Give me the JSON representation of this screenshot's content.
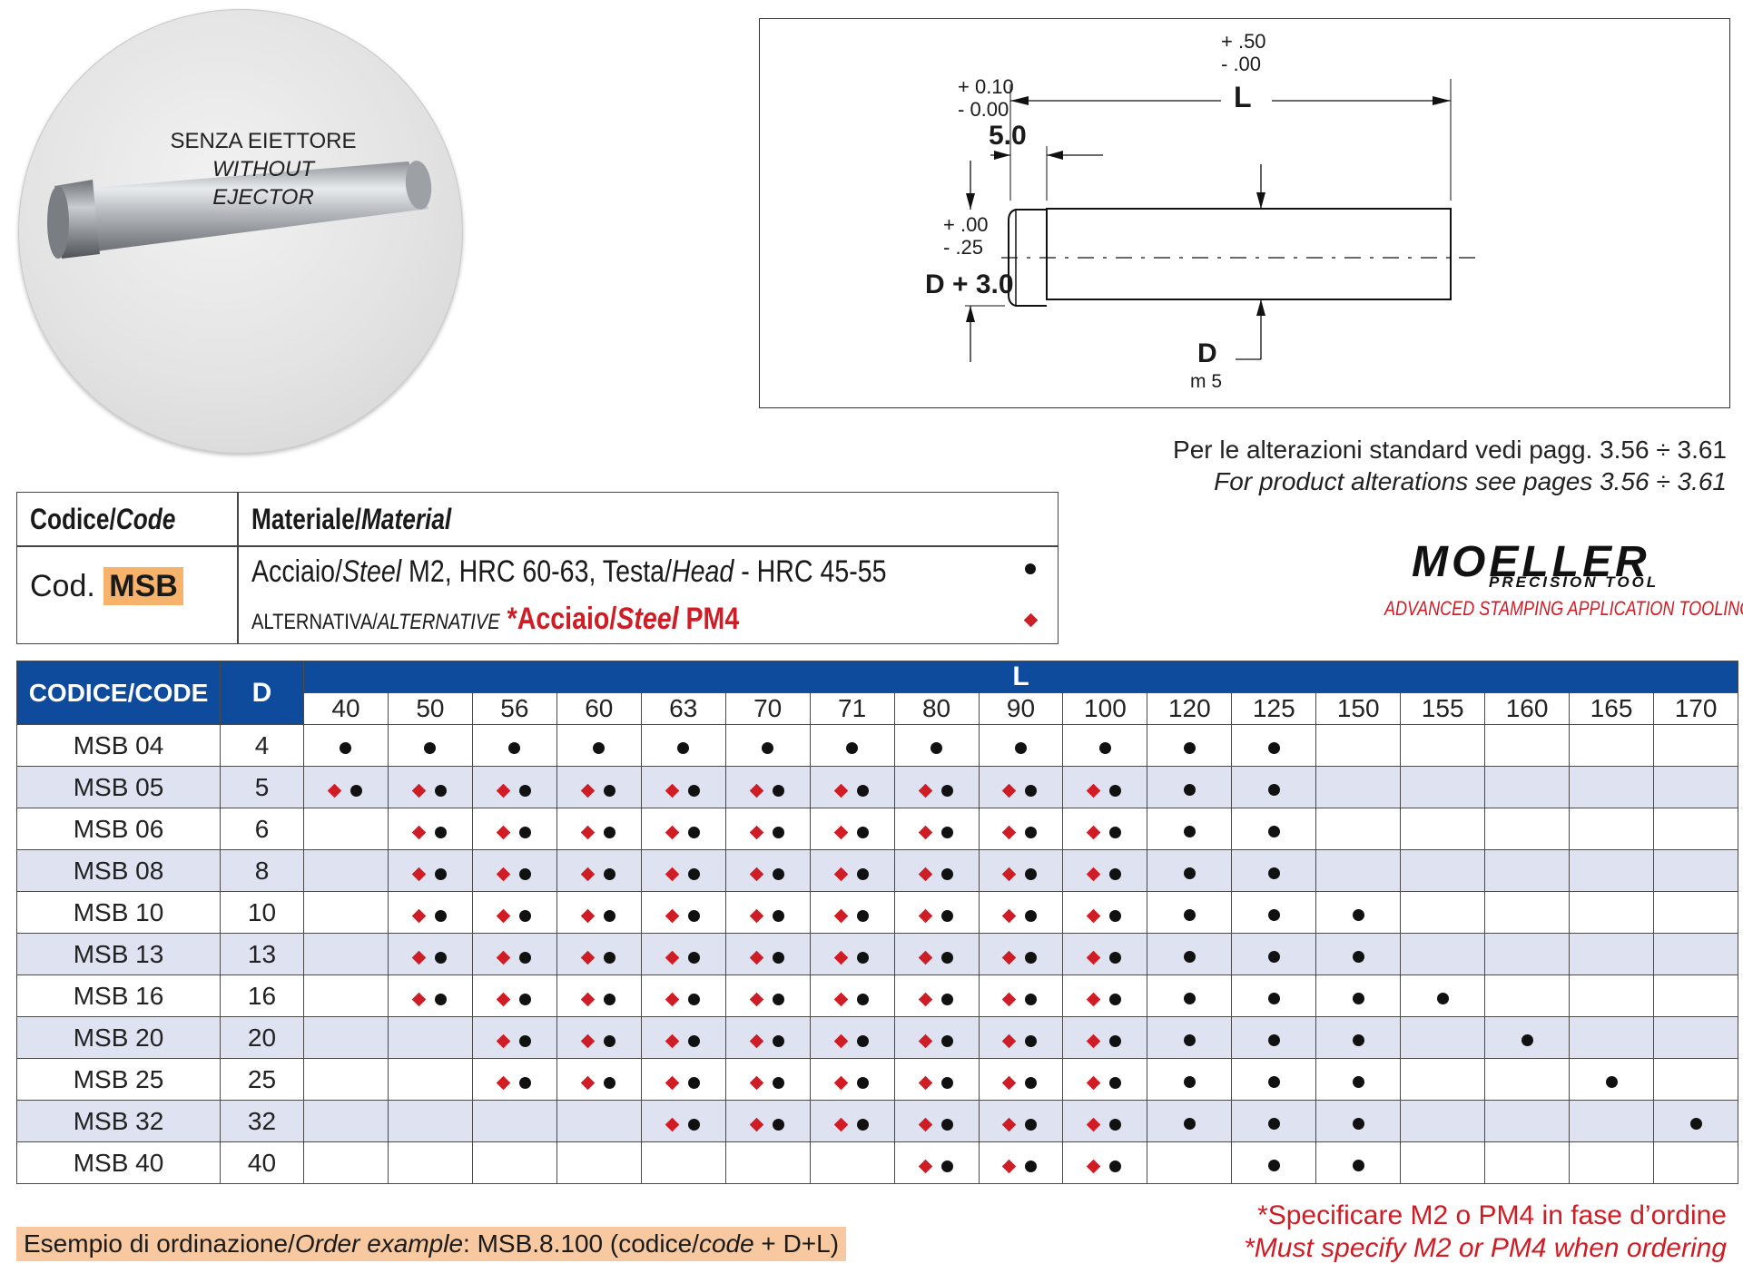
{
  "photo": {
    "caption_it": "SENZA EIETTORE",
    "caption_en": "WITHOUT EJECTOR"
  },
  "drawing": {
    "tol_L_plus": "+ .50",
    "tol_L_minus": "-  .00",
    "label_L": "L",
    "tol_head_plus": "+ 0.10",
    "tol_head_minus": "-  0.00",
    "head_length": "5.0",
    "tol_headdia_plus": "+ .00",
    "tol_headdia_minus": "-  .25",
    "head_dia": "D + 3.0",
    "shaft_dia": "D",
    "shaft_tol": "m 5"
  },
  "alterations": {
    "it": "Per le alterazioni standard vedi pagg. 3.56 ÷ 3.61",
    "en": "For product alterations see pages 3.56 ÷ 3.61"
  },
  "material_table": {
    "code_head_it": "Codice/",
    "code_head_en": "Code",
    "material_head_it": "Materiale/",
    "material_head_en": "Material",
    "code_prefix": "Cod.",
    "code_value": "MSB",
    "line1_a": "Acciaio/",
    "line1_b": "Steel",
    "line1_c": " M2, HRC 60-63, Testa/",
    "line1_d": "Head",
    "line1_e": "  - HRC 45-55",
    "line2_a": "ALTERNATIVA/",
    "line2_b": "ALTERNATIVE",
    "line2_c": " *Acciaio/",
    "line2_d": "Steel",
    "line2_e": " PM4"
  },
  "logo": {
    "name": "MOELLER",
    "sub": "PRECISION TOOL",
    "tagline": "ADVANCED STAMPING APPLICATION TOOLING"
  },
  "grid": {
    "col_code": "CODICE/CODE",
    "col_d": "D",
    "col_l": "L",
    "lengths": [
      "40",
      "50",
      "56",
      "60",
      "63",
      "70",
      "71",
      "80",
      "90",
      "100",
      "120",
      "125",
      "150",
      "155",
      "160",
      "165",
      "170"
    ],
    "rows": [
      {
        "code": "MSB 04",
        "d": "4",
        "cells": [
          "b",
          "b",
          "b",
          "b",
          "b",
          "b",
          "b",
          "b",
          "b",
          "b",
          "b",
          "b",
          "",
          "",
          "",
          "",
          ""
        ]
      },
      {
        "code": "MSB 05",
        "d": "5",
        "cells": [
          "db",
          "db",
          "db",
          "db",
          "db",
          "db",
          "db",
          "db",
          "db",
          "db",
          "b",
          "b",
          "",
          "",
          "",
          "",
          ""
        ]
      },
      {
        "code": "MSB 06",
        "d": "6",
        "cells": [
          "",
          "db",
          "db",
          "db",
          "db",
          "db",
          "db",
          "db",
          "db",
          "db",
          "b",
          "b",
          "",
          "",
          "",
          "",
          ""
        ]
      },
      {
        "code": "MSB 08",
        "d": "8",
        "cells": [
          "",
          "db",
          "db",
          "db",
          "db",
          "db",
          "db",
          "db",
          "db",
          "db",
          "b",
          "b",
          "",
          "",
          "",
          "",
          ""
        ]
      },
      {
        "code": "MSB 10",
        "d": "10",
        "cells": [
          "",
          "db",
          "db",
          "db",
          "db",
          "db",
          "db",
          "db",
          "db",
          "db",
          "b",
          "b",
          "b",
          "",
          "",
          "",
          ""
        ]
      },
      {
        "code": "MSB 13",
        "d": "13",
        "cells": [
          "",
          "db",
          "db",
          "db",
          "db",
          "db",
          "db",
          "db",
          "db",
          "db",
          "b",
          "b",
          "b",
          "",
          "",
          "",
          ""
        ]
      },
      {
        "code": "MSB 16",
        "d": "16",
        "cells": [
          "",
          "db",
          "db",
          "db",
          "db",
          "db",
          "db",
          "db",
          "db",
          "db",
          "b",
          "b",
          "b",
          "b",
          "",
          "",
          ""
        ]
      },
      {
        "code": "MSB 20",
        "d": "20",
        "cells": [
          "",
          "",
          "db",
          "db",
          "db",
          "db",
          "db",
          "db",
          "db",
          "db",
          "b",
          "b",
          "b",
          "",
          "b",
          "",
          ""
        ]
      },
      {
        "code": "MSB 25",
        "d": "25",
        "cells": [
          "",
          "",
          "db",
          "db",
          "db",
          "db",
          "db",
          "db",
          "db",
          "db",
          "b",
          "b",
          "b",
          "",
          "",
          "b",
          ""
        ]
      },
      {
        "code": "MSB 32",
        "d": "32",
        "cells": [
          "",
          "",
          "",
          "",
          "db",
          "db",
          "db",
          "db",
          "db",
          "db",
          "b",
          "b",
          "b",
          "",
          "",
          "",
          "b"
        ]
      },
      {
        "code": "MSB 40",
        "d": "40",
        "cells": [
          "",
          "",
          "",
          "",
          "",
          "",
          "",
          "db",
          "db",
          "db",
          "",
          "b",
          "b",
          "",
          "",
          "",
          ""
        ]
      }
    ]
  },
  "order_example": {
    "a": "Esempio di ordinazione/",
    "b": "Order example",
    "c": ": MSB.8.100 (codice/",
    "d": "code",
    "e": " + D+L)"
  },
  "spec_note": {
    "it": "*Specificare M2 o PM4 in fase d’ordine",
    "en": "*Must specify M2 or PM4 when ordering"
  },
  "colors": {
    "header_blue": "#0f4b9c",
    "alt_row": "#dfe3f1",
    "accent_red": "#d01c24",
    "code_highlight": "#f7b26b",
    "order_bg": "#f8c9a0"
  }
}
